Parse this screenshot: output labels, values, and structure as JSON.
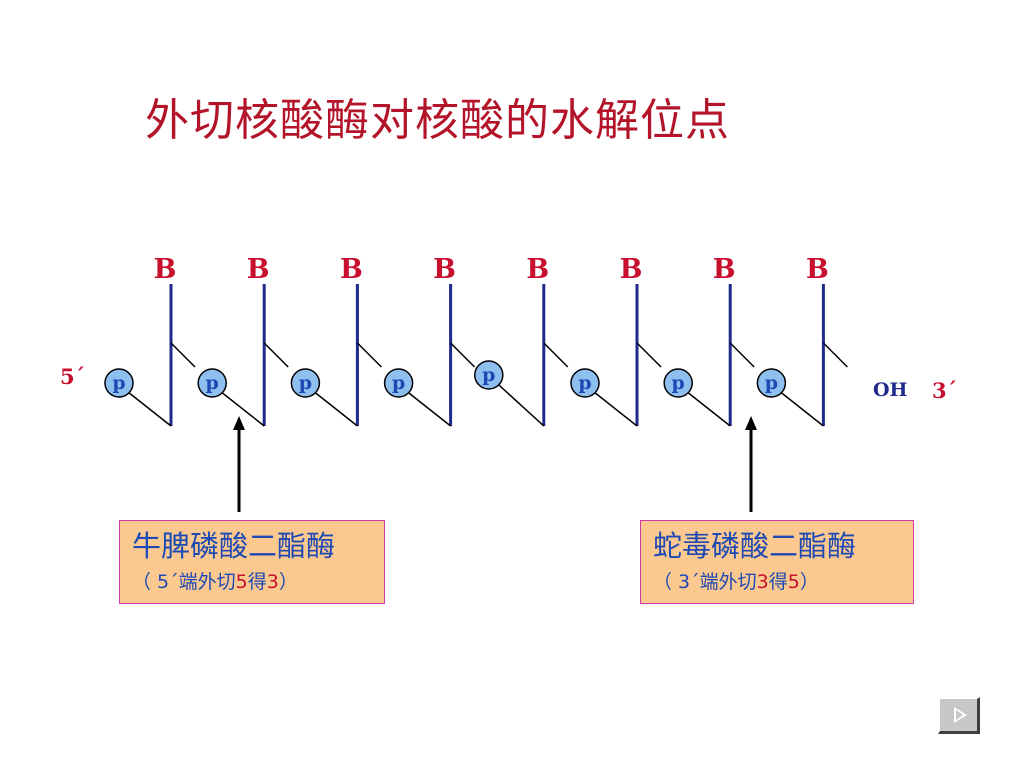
{
  "title": "外切核酸酶对核酸的水解位点",
  "strand": {
    "base_label": "B",
    "phosphate_label": "p",
    "end5_label": "5´",
    "end3_label": "3´",
    "oh_label": "OH",
    "base_count": 8,
    "phosphate_count": 8
  },
  "enzymes": [
    {
      "name": "牛脾磷酸二酯酶",
      "sub_open": "（ 5´端外切",
      "sub_n1": "5",
      "sub_mid": "得",
      "sub_n2": "3",
      "sub_close": "）"
    },
    {
      "name": "蛇毒磷酸二酯酶",
      "sub_open": "（ 3´端外切",
      "sub_n1": "3",
      "sub_mid": "得",
      "sub_n2": "5",
      "sub_close": "）"
    }
  ],
  "colors": {
    "title": "#b4142a",
    "base": "#c8102e",
    "backbone": "#1f2a8a",
    "phosphate_fill": "#8fbfee",
    "phosphate_text": "#1d49b5",
    "box_fill": "#fbc98f",
    "box_border": "#d23aa9"
  },
  "icons": {
    "next_slide": "play-triangle-icon"
  }
}
